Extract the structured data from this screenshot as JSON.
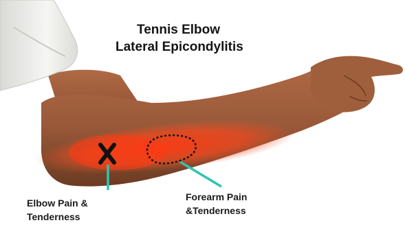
{
  "title": {
    "line1": "Tennis Elbow",
    "line2": "Lateral Epicondylitis"
  },
  "labels": {
    "elbow": {
      "line1": "Elbow Pain &",
      "line2": "Tenderness"
    },
    "forearm": {
      "line1": "Forearm Pain",
      "line2": "&Tenderness"
    }
  },
  "colors": {
    "skin": "#9a5a3a",
    "skin_shadow": "#6b3b22",
    "inflammation": "#ef3a1a",
    "pointer_line": "#2ec4b0",
    "sleeve": "#f4f4f2",
    "marker": "#111111"
  },
  "icons": {
    "pain_point": "x-mark",
    "pain_region": "dotted-outline"
  }
}
